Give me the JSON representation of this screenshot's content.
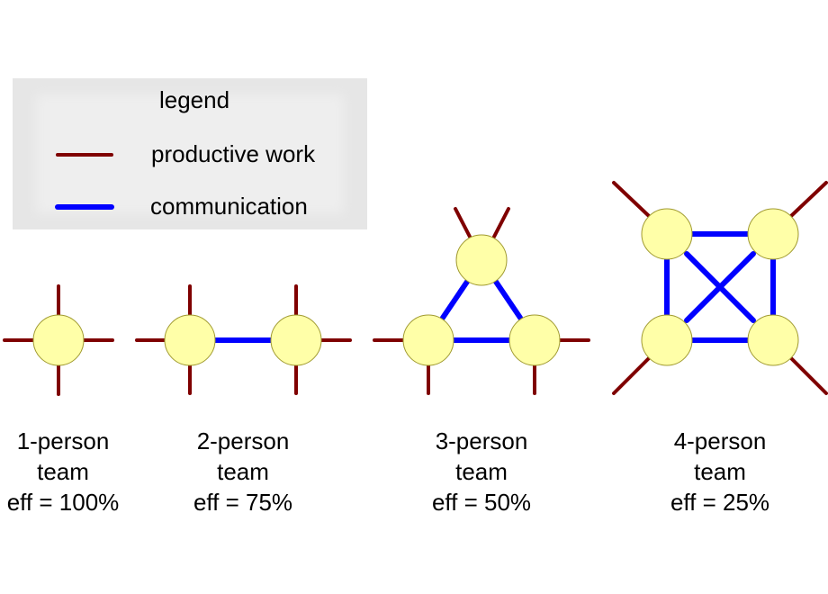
{
  "colors": {
    "work": "#7f0000",
    "communication": "#0000ff",
    "node_fill": "#ffffa8",
    "node_stroke": "#a09a30",
    "legend_bg": "#e6e6e6"
  },
  "legend": {
    "title": "legend",
    "items": [
      {
        "label": "productive work",
        "kind": "work"
      },
      {
        "label": "communication",
        "kind": "communication"
      }
    ]
  },
  "teams": [
    {
      "size": 1,
      "caption": [
        "1-person",
        "team",
        "eff = 100%"
      ],
      "efficiency_percent": 100
    },
    {
      "size": 2,
      "caption": [
        "2-person",
        "team",
        "eff = 75%"
      ],
      "efficiency_percent": 75
    },
    {
      "size": 3,
      "caption": [
        "3-person",
        "team",
        "eff = 50%"
      ],
      "efficiency_percent": 50
    },
    {
      "size": 4,
      "caption": [
        "4-person",
        "team",
        "eff = 25%"
      ],
      "efficiency_percent": 25
    }
  ]
}
